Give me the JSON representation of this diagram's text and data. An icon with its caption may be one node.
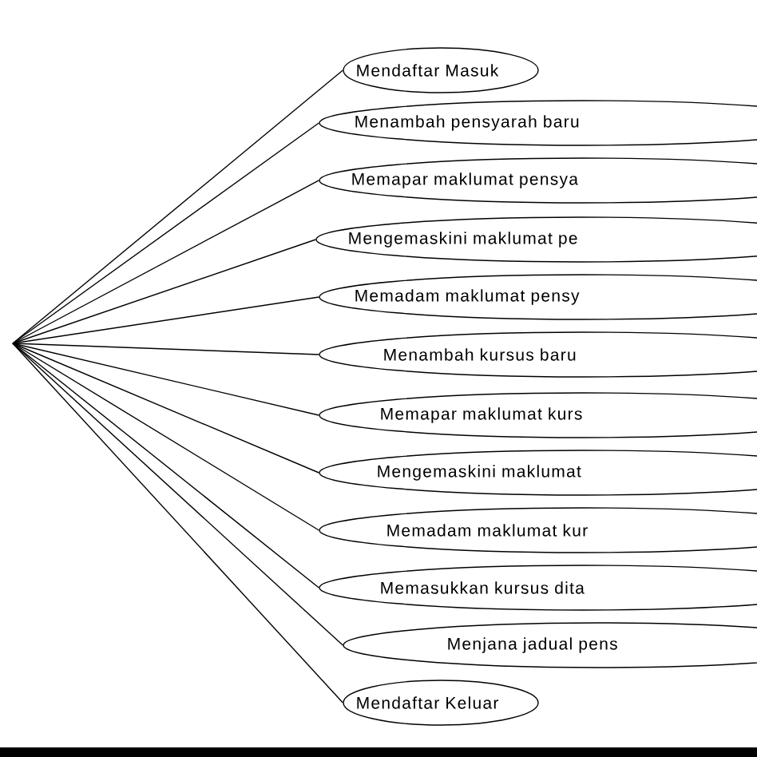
{
  "diagram": {
    "nodes": [
      {
        "text": [
          "Mendaftar Masuk"
        ]
      },
      {
        "text": [
          "Menambah pensyarah baru"
        ]
      },
      {
        "text": [
          "Memapar maklumat pensya"
        ]
      },
      {
        "text": [
          "Mengemaskini maklumat pe"
        ]
      },
      {
        "text": [
          "Memadam maklumat pensy"
        ]
      },
      {
        "text": [
          "Menambah kursus baru"
        ]
      },
      {
        "text": [
          "Memapar maklumat kurs"
        ]
      },
      {
        "text": [
          "Mengemaskini maklumat"
        ]
      },
      {
        "text": [
          "Memadam maklumat kur"
        ]
      },
      {
        "text": [
          "Memasukkan kursus dita"
        ]
      },
      {
        "text": [
          "Menjana jadual pens"
        ]
      },
      {
        "text": [
          "Mendaftar Keluar"
        ]
      }
    ],
    "edges": [
      {
        "from": null,
        "to": 0,
        "arrow": "none"
      },
      {
        "from": null,
        "to": 1,
        "arrow": "none"
      },
      {
        "from": null,
        "to": 2,
        "arrow": "none"
      },
      {
        "from": null,
        "to": 3,
        "arrow": "none"
      },
      {
        "from": null,
        "to": 4,
        "arrow": "none"
      },
      {
        "from": null,
        "to": 5,
        "arrow": "none"
      },
      {
        "from": null,
        "to": 6,
        "arrow": "none"
      },
      {
        "from": null,
        "to": 7,
        "arrow": "none"
      },
      {
        "from": null,
        "to": 8,
        "arrow": "none"
      },
      {
        "from": null,
        "to": 9,
        "arrow": "none"
      },
      {
        "from": null,
        "to": 10,
        "arrow": "none"
      },
      {
        "from": null,
        "to": 11,
        "arrow": "none"
      }
    ]
  }
}
